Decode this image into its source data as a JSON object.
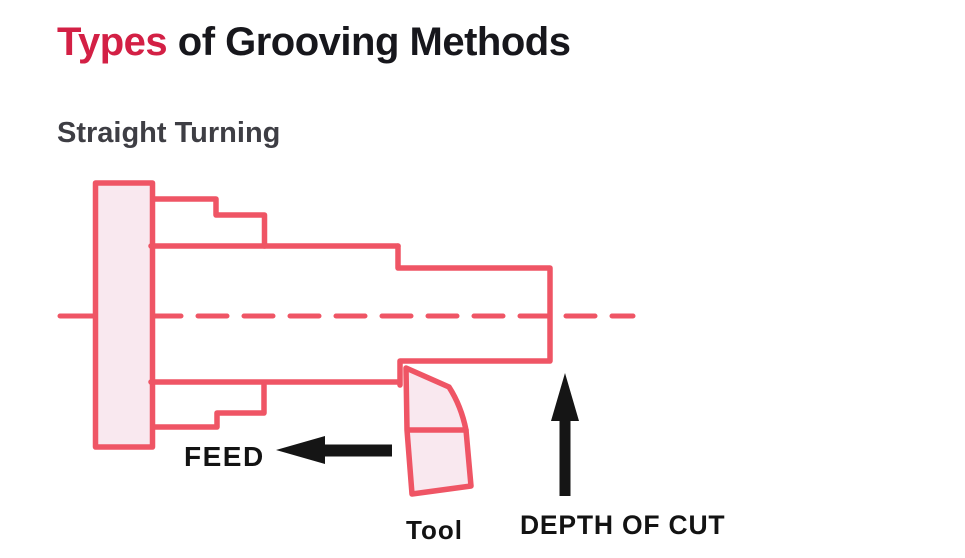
{
  "page": {
    "title": {
      "accent": "Types",
      "rest": " of Grooving Methods"
    },
    "section_heading": "Straight Turning"
  },
  "diagram": {
    "labels": {
      "feed": "FEED",
      "tool": "Tool",
      "depth_of_cut": "DEPTH OF CUT"
    },
    "colors": {
      "outline_red": "#EF5565",
      "fill_pink": "#F9E8EF",
      "title_accent_red": "#D32045",
      "title_text": "#17171C",
      "subtitle_gray": "#3E3E44",
      "arrow_black": "#151515"
    }
  }
}
